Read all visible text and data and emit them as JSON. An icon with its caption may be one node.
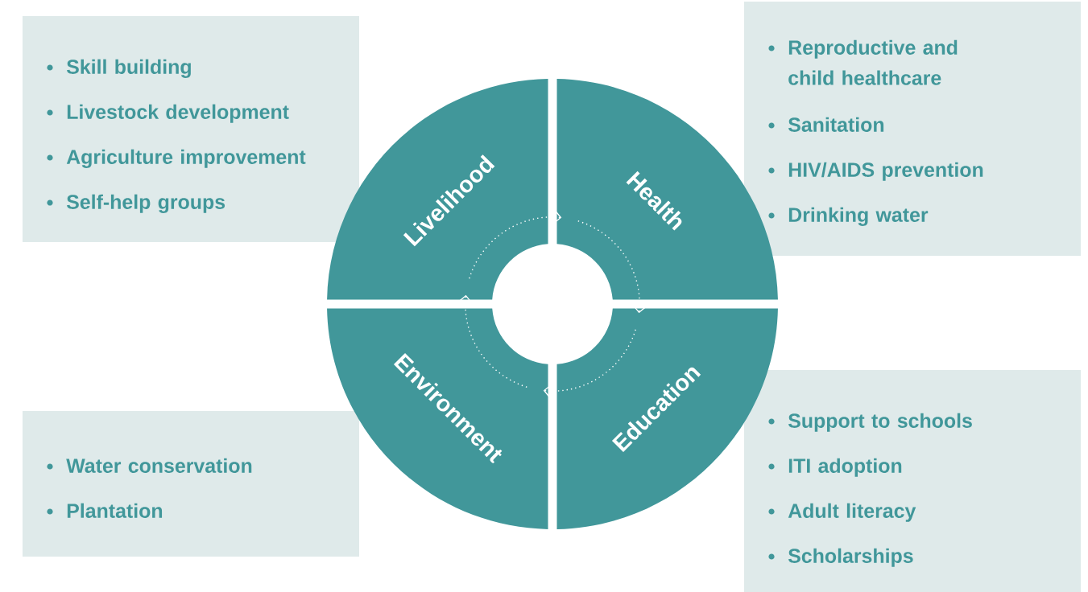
{
  "diagram": {
    "nodes": [
      {
        "text": [
          "Livelihood"
        ]
      },
      {
        "text": [
          "Health"
        ]
      },
      {
        "text": [
          "Education"
        ]
      },
      {
        "text": [
          "Environment"
        ]
      },
      {
        "text": [
          "Skill building",
          "Livestock development",
          "Agriculture improvement",
          "Self-help groups"
        ]
      },
      {
        "text": [
          "Reproductive and child healthcare",
          "Sanitation",
          "HIV/AIDS prevention",
          "Drinking water"
        ]
      },
      {
        "text": [
          "Support to schools",
          "ITI adoption",
          "Adult literacy",
          "Scholarships"
        ]
      },
      {
        "text": [
          "Water conservation",
          "Plantation"
        ]
      }
    ],
    "edges": [
      {
        "from": 0,
        "to": 1,
        "arrow": "to",
        "style": "dashed"
      },
      {
        "from": 1,
        "to": 2,
        "arrow": "to",
        "style": "dashed"
      },
      {
        "from": 2,
        "to": 3,
        "arrow": "to",
        "style": "dashed"
      },
      {
        "from": 3,
        "to": 0,
        "arrow": "to",
        "style": "dashed"
      }
    ]
  }
}
